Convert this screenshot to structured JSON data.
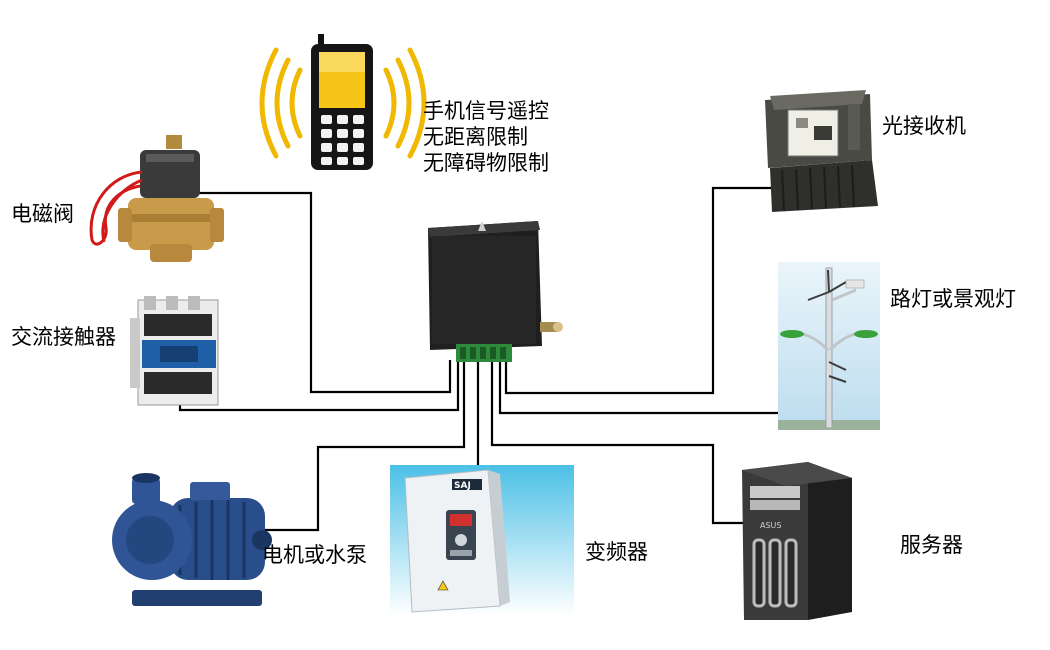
{
  "labels": {
    "phone_remote": [
      "手机信号遥控",
      "无距离限制",
      "无障碍物限制"
    ],
    "solenoid_valve": "电磁阀",
    "ac_contactor": "交流接触器",
    "motor_pump": "电机或水泵",
    "inverter": "变频器",
    "optical_receiver": "光接收机",
    "street_light": "路灯或景观灯",
    "server": "服务器"
  },
  "device_text": {
    "inverter_brand": "SAJ",
    "server_brand": "ASUS"
  },
  "colors": {
    "wire": "#000000",
    "controller": "#2b2b2b",
    "controller_edge": "#111111",
    "terminal": "#2e8b3c",
    "phone_screen": "#f5c518",
    "signal_waves": "#f0b800",
    "valve_brass": "#c89b4a",
    "solenoid_coil": "#3a3a3a",
    "wire_red": "#d11a1a",
    "contactor_blue": "#1f5fa8",
    "pump_blue": "#2a4e8c",
    "inverter_panel": "#e9eef2",
    "inverter_bg": "#5fc8e8",
    "sky_bg": "#cfe8f6",
    "lamp_green": "#3aa23a",
    "server_case": "#2f2f2f"
  },
  "icons": [
    "mobile-phone-icon",
    "solenoid-valve-icon",
    "ac-contactor-icon",
    "water-pump-icon",
    "inverter-icon",
    "optical-receiver-icon",
    "street-light-icon",
    "server-tower-icon",
    "controller-box-icon"
  ]
}
